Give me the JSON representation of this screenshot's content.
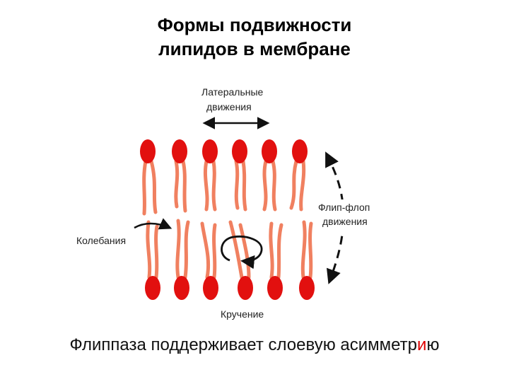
{
  "title": {
    "line1": "Формы подвижности",
    "line2": "липидов в мембране"
  },
  "labels": {
    "lateral_1": "Латеральные",
    "lateral_2": "движения",
    "flipflop_1": "Флип-флоп",
    "flipflop_2": "движения",
    "wobble": "Колебания",
    "rotation": "Кручение"
  },
  "caption": {
    "before": "Флиппаза поддерживает слоевую асимметр",
    "highlight": "и",
    "after": "ю"
  },
  "colors": {
    "lipid": "#e2100f",
    "tail": "#f08060",
    "arrow": "#111111",
    "highlight": "#e00000"
  },
  "lipids": {
    "top_count": 6,
    "bottom_count": 6
  }
}
